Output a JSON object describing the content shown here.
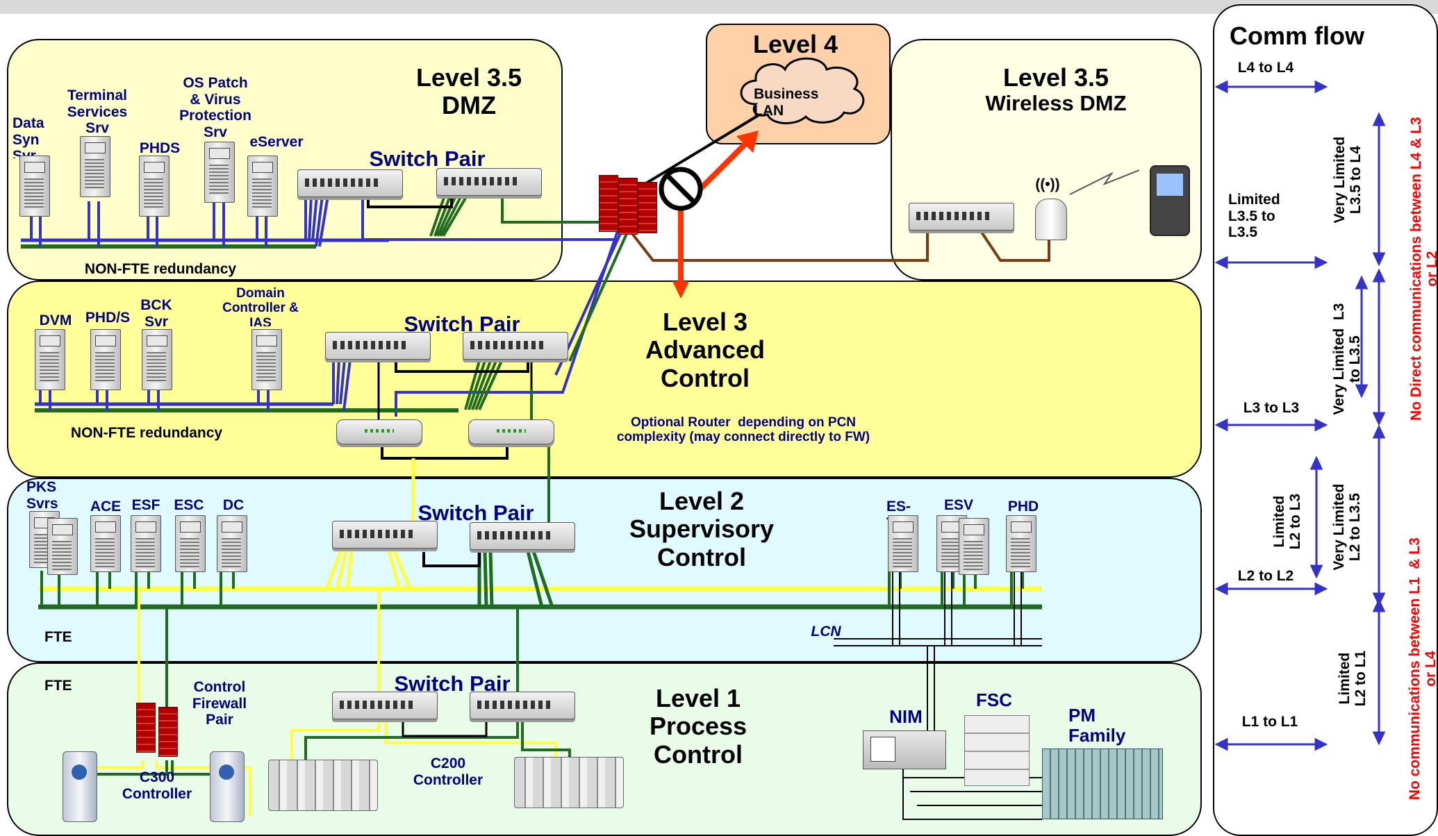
{
  "zones": {
    "dmz_title": "Level 3.5\nDMZ",
    "l4_title": "Level 4",
    "business_lan": "Business\nLAN",
    "wireless_title": "Level 3.5",
    "wireless_sub": "Wireless DMZ",
    "l3_title": "Level 3\nAdvanced\nControl",
    "l2_title": "Level 2\nSupervisory\nControl",
    "l1_title": "Level 1\nProcess\nControl"
  },
  "dmz": {
    "servers": [
      "Data\nSyn\nSvr",
      "Terminal\nServices\nSrv",
      "PHDS",
      "OS Patch\n& Virus\nProtection\nSrv",
      "eServer"
    ],
    "switch_label": "Switch Pair",
    "redundancy": "NON-FTE redundancy"
  },
  "l3": {
    "servers": [
      "DVM",
      "PHD/S",
      "BCK\nSvr",
      "Domain\nController &\nIAS"
    ],
    "switch_label": "Switch Pair",
    "redundancy": "NON-FTE redundancy",
    "router_note": "Optional Router  depending on PCN\ncomplexity (may connect directly to FW)"
  },
  "l2": {
    "servers_left": [
      "PKS\nSvrs",
      "ACE",
      "ESF",
      "ESC",
      "DC"
    ],
    "servers_right": [
      "ES-\nT",
      "ESV",
      "PHD"
    ],
    "switch_label": "Switch Pair",
    "fte": "FTE",
    "lcn": "LCN"
  },
  "l1": {
    "fte": "FTE",
    "switch_label": "Switch Pair",
    "firewall": "Control\nFirewall\nPair",
    "c300": "C300\nController",
    "c200": "C200\nController",
    "nim": "NIM",
    "fsc": "FSC",
    "pm": "PM\nFamily"
  },
  "comm": {
    "title": "Comm flow",
    "l4l4": "L4 to L4",
    "l35l35": "Limited\nL3.5 to\nL3.5",
    "l3l3": "L3 to L3",
    "l2l2": "L2 to L2",
    "l1l1": "L1 to L1",
    "v_l35_l4": "Very Limited\nL3.5 to L4",
    "v_l3_l35": "Very Limited  L3\nto L3.5",
    "v_l2_l3": "Limited\nL2 to L3",
    "v_l2_l35": "Very Limited\nL2 to L3.5",
    "v_l2_l1": "Limited\nL2 to L1",
    "no_direct": "No Direct communications between L4 & L3\nor L2",
    "no_comm": "No communications between L1  & L3\nor L4"
  },
  "colors": {
    "dmz_bg": "#ffffcc",
    "l3_bg": "#ffff99",
    "l2_bg": "#e0fbff",
    "l1_bg": "#e9fbe9",
    "l4_bg": "#ffd1a8",
    "text_blue": "#000080",
    "line_blue": "#3333cc",
    "line_green": "#1f6b1f",
    "line_yellow": "#ffff40",
    "line_brown": "#7a3b10",
    "arrow_red": "#ff3300",
    "comm_arrow": "#3333cc",
    "warn_red": "#ff0000"
  }
}
